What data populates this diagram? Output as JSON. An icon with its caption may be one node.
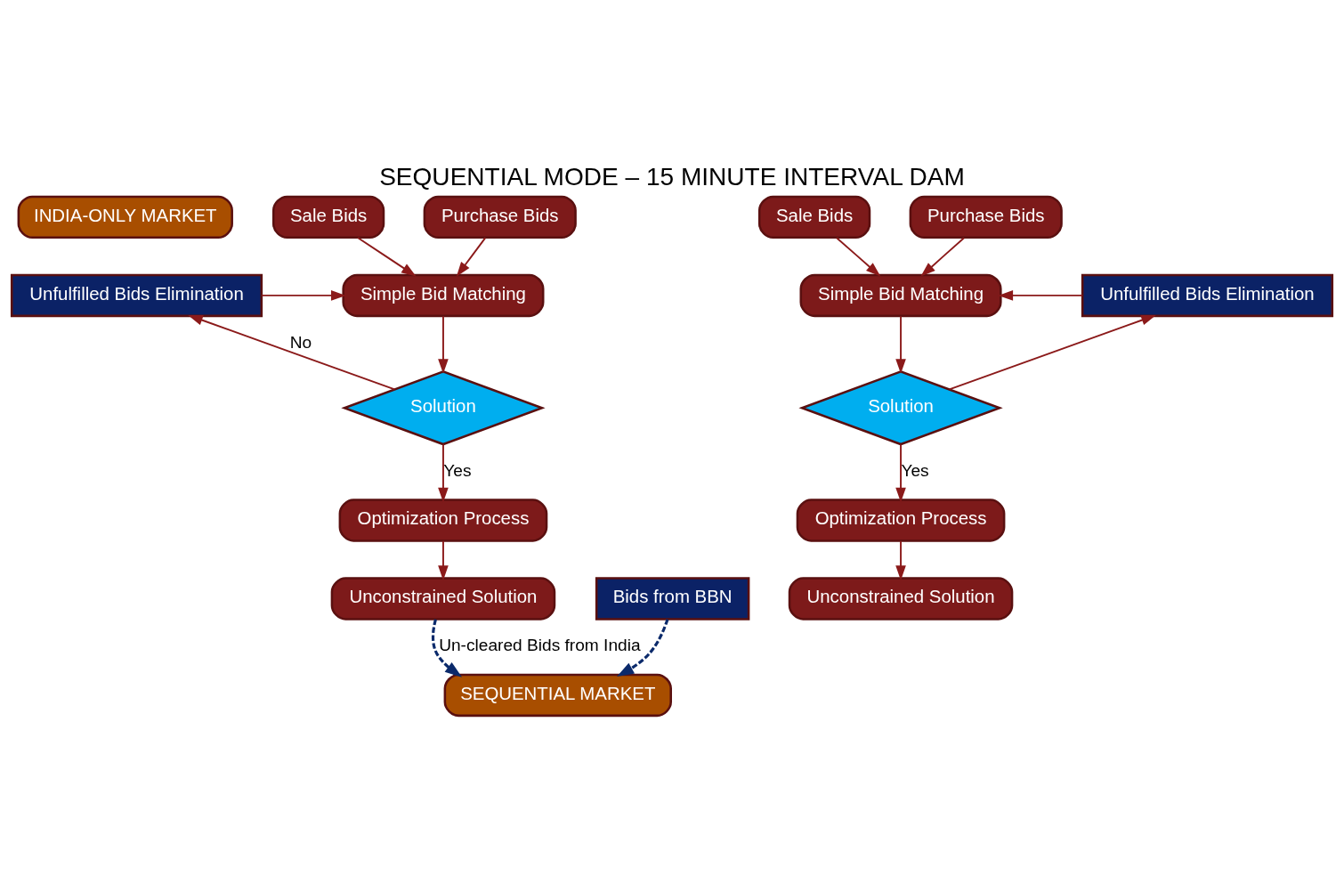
{
  "diagram": {
    "title": "SEQUENTIAL MODE – 15 MINUTE INTERVAL DAM",
    "nodes": [
      {
        "text": [
          "INDIA-ONLY MARKET"
        ]
      },
      {
        "text": [
          "Sale Bids"
        ]
      },
      {
        "text": [
          "Purchase Bids"
        ]
      },
      {
        "text": [
          "Unfulfilled Bids Elimination"
        ]
      },
      {
        "text": [
          "Simple Bid Matching"
        ]
      },
      {
        "text": [
          "Solution"
        ]
      },
      {
        "text": [
          "Optimization Process"
        ]
      },
      {
        "text": [
          "Unconstrained Solution"
        ]
      },
      {
        "text": [
          "SEQUENTIAL MARKET"
        ]
      },
      {
        "text": [
          "Sale Bids"
        ]
      },
      {
        "text": [
          "Purchase Bids"
        ]
      },
      {
        "text": [
          "Simple Bid Matching"
        ]
      },
      {
        "text": [
          "Unfulfilled Bids Elimination"
        ]
      },
      {
        "text": [
          "Solution"
        ]
      },
      {
        "text": [
          "Optimization Process"
        ]
      },
      {
        "text": [
          "Unconstrained Solution"
        ]
      },
      {
        "text": [
          "Bids from BBN"
        ]
      }
    ],
    "edges": [
      {
        "from": 1,
        "to": 4,
        "arrow": "to"
      },
      {
        "from": 2,
        "to": 4,
        "arrow": "to"
      },
      {
        "from": 3,
        "to": 4,
        "arrow": "to"
      },
      {
        "from": 4,
        "to": 5,
        "arrow": "to"
      },
      {
        "from": 5,
        "to": 3,
        "arrow": "to",
        "label": "No"
      },
      {
        "from": 5,
        "to": 6,
        "arrow": "to",
        "label": "Yes"
      },
      {
        "from": 6,
        "to": 7,
        "arrow": "to"
      },
      {
        "from": 7,
        "to": 8,
        "arrow": "to",
        "label": "Un-cleared Bids from India",
        "style": "dashed",
        "color": "#0b2a6b"
      },
      {
        "from": 16,
        "to": 8,
        "arrow": "to",
        "style": "dashed",
        "color": "#0b2a6b"
      },
      {
        "from": 9,
        "to": 11,
        "arrow": "to"
      },
      {
        "from": 10,
        "to": 11,
        "arrow": "to"
      },
      {
        "from": 12,
        "to": 11,
        "arrow": "to"
      },
      {
        "from": 11,
        "to": 13,
        "arrow": "to"
      },
      {
        "from": 13,
        "to": 12,
        "arrow": "to"
      },
      {
        "from": 13,
        "to": 14,
        "arrow": "to",
        "label": "Yes"
      },
      {
        "from": 14,
        "to": 15,
        "arrow": "to"
      }
    ]
  }
}
